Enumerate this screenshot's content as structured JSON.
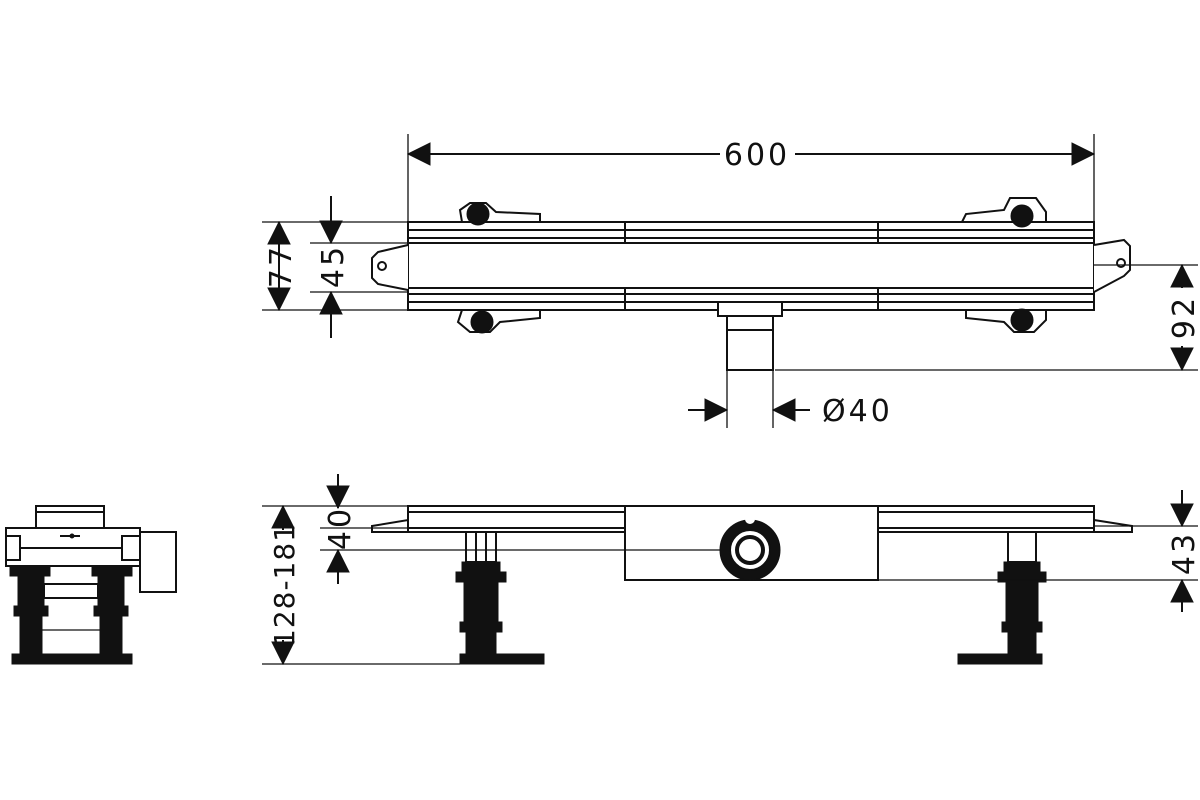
{
  "dimensions": {
    "length": "600",
    "height_total": "77",
    "height_channel": "45",
    "outlet_drop": "92",
    "outlet_diameter": "Ø40",
    "install_height": "128-181",
    "frame_depth": "40",
    "outlet_height": "43"
  },
  "colors": {
    "line": "#111111",
    "background": "#ffffff"
  }
}
